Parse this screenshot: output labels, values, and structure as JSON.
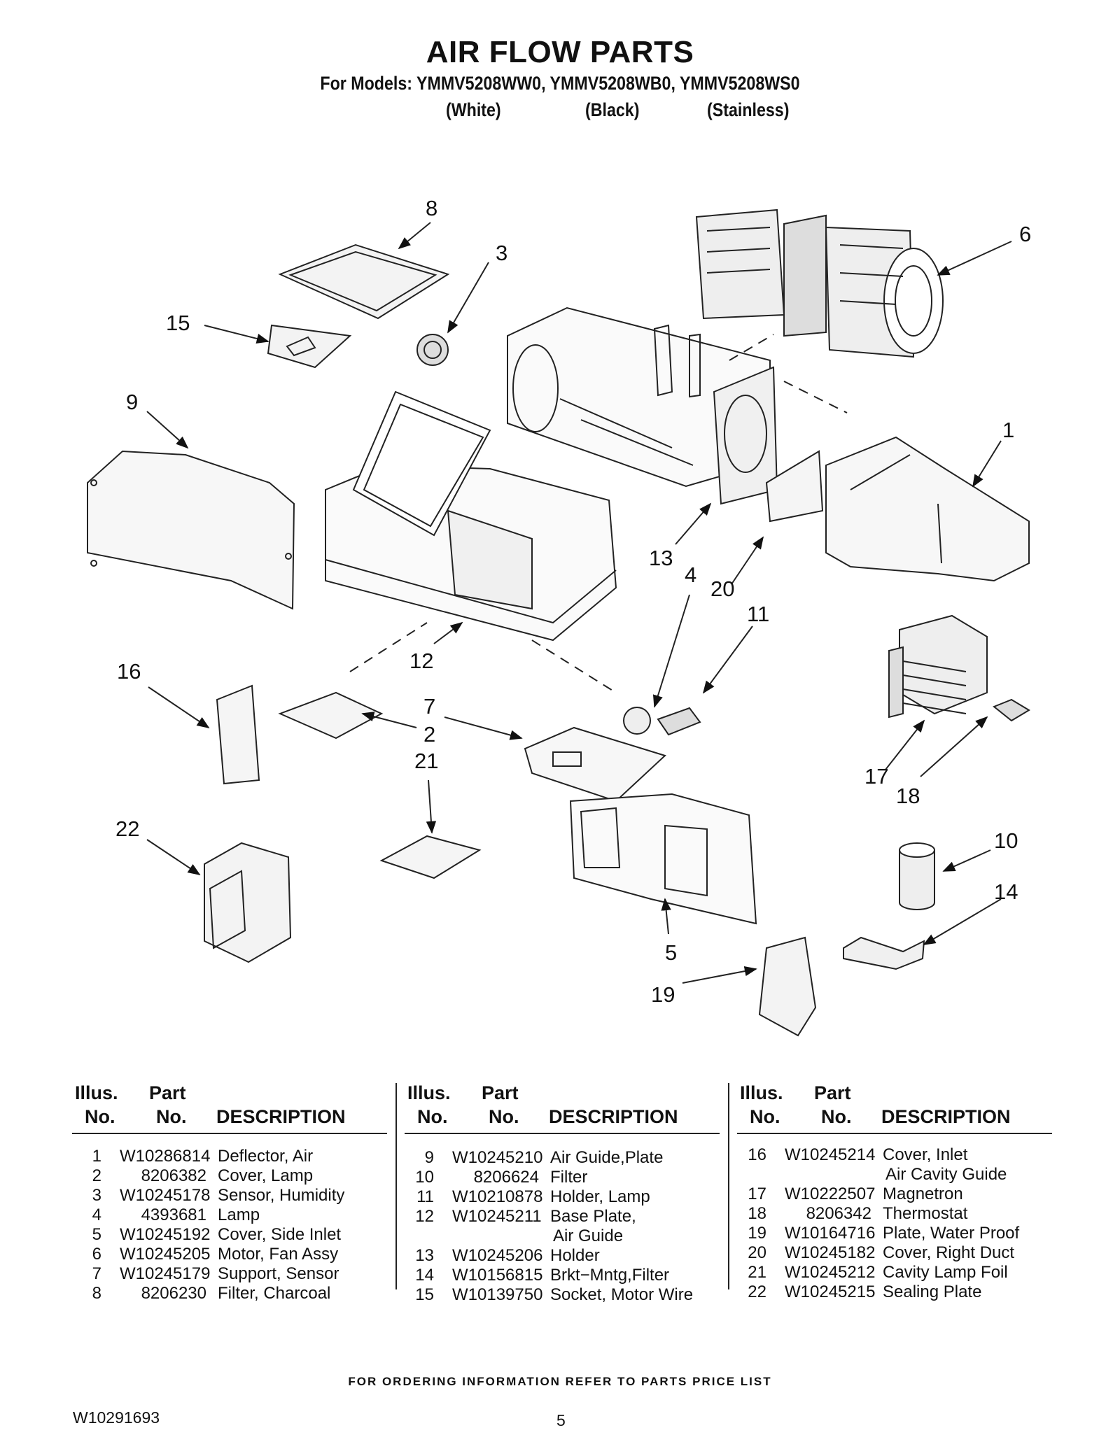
{
  "header": {
    "title": "AIR FLOW PARTS",
    "models": "For Models: YMMV5208WW0, YMMV5208WB0, YMMV5208WS0",
    "variants": [
      "(White)",
      "(Black)",
      "(Stainless)"
    ]
  },
  "callouts": [
    "8",
    "3",
    "6",
    "15",
    "9",
    "1",
    "13",
    "4",
    "20",
    "11",
    "16",
    "12",
    "7",
    "2",
    "21",
    "17",
    "18",
    "22",
    "10",
    "14",
    "5",
    "19"
  ],
  "table_headers": {
    "illus": "Illus.",
    "no": "No.",
    "part": "Part",
    "part_no": "No.",
    "description": "DESCRIPTION"
  },
  "parts_columns": [
    [
      {
        "n": "1",
        "part": "W10286814",
        "desc": "Deflector, Air"
      },
      {
        "n": "2",
        "part": "8206382",
        "desc": "Cover, Lamp"
      },
      {
        "n": "3",
        "part": "W10245178",
        "desc": "Sensor, Humidity"
      },
      {
        "n": "4",
        "part": "4393681",
        "desc": "Lamp"
      },
      {
        "n": "5",
        "part": "W10245192",
        "desc": "Cover, Side Inlet"
      },
      {
        "n": "6",
        "part": "W10245205",
        "desc": "Motor, Fan Assy"
      },
      {
        "n": "7",
        "part": "W10245179",
        "desc": "Support, Sensor"
      },
      {
        "n": "8",
        "part": "8206230",
        "desc": "Filter, Charcoal"
      }
    ],
    [
      {
        "n": "9",
        "part": "W10245210",
        "desc": "Air Guide,Plate"
      },
      {
        "n": "10",
        "part": "8206624",
        "desc": "Filter"
      },
      {
        "n": "11",
        "part": "W10210878",
        "desc": "Holder, Lamp"
      },
      {
        "n": "12",
        "part": "W10245211",
        "desc": "Base Plate,"
      },
      {
        "n": "",
        "part": "",
        "desc": "Air Guide"
      },
      {
        "n": "13",
        "part": "W10245206",
        "desc": "Holder"
      },
      {
        "n": "14",
        "part": "W10156815",
        "desc": "Brkt−Mntg,Filter"
      },
      {
        "n": "15",
        "part": "W10139750",
        "desc": "Socket, Motor Wire"
      }
    ],
    [
      {
        "n": "16",
        "part": "W10245214",
        "desc": "Cover, Inlet"
      },
      {
        "n": "",
        "part": "",
        "desc": "Air Cavity Guide"
      },
      {
        "n": "17",
        "part": "W10222507",
        "desc": "Magnetron"
      },
      {
        "n": "18",
        "part": "8206342",
        "desc": "Thermostat"
      },
      {
        "n": "19",
        "part": "W10164716",
        "desc": "Plate, Water Proof"
      },
      {
        "n": "20",
        "part": "W10245182",
        "desc": "Cover, Right Duct"
      },
      {
        "n": "21",
        "part": "W10245212",
        "desc": "Cavity Lamp Foil"
      },
      {
        "n": "22",
        "part": "W10245215",
        "desc": "Sealing Plate"
      }
    ]
  ],
  "footer": {
    "note": "FOR ORDERING INFORMATION REFER TO PARTS PRICE LIST",
    "doc_number": "W10291693",
    "page_number": "5"
  }
}
